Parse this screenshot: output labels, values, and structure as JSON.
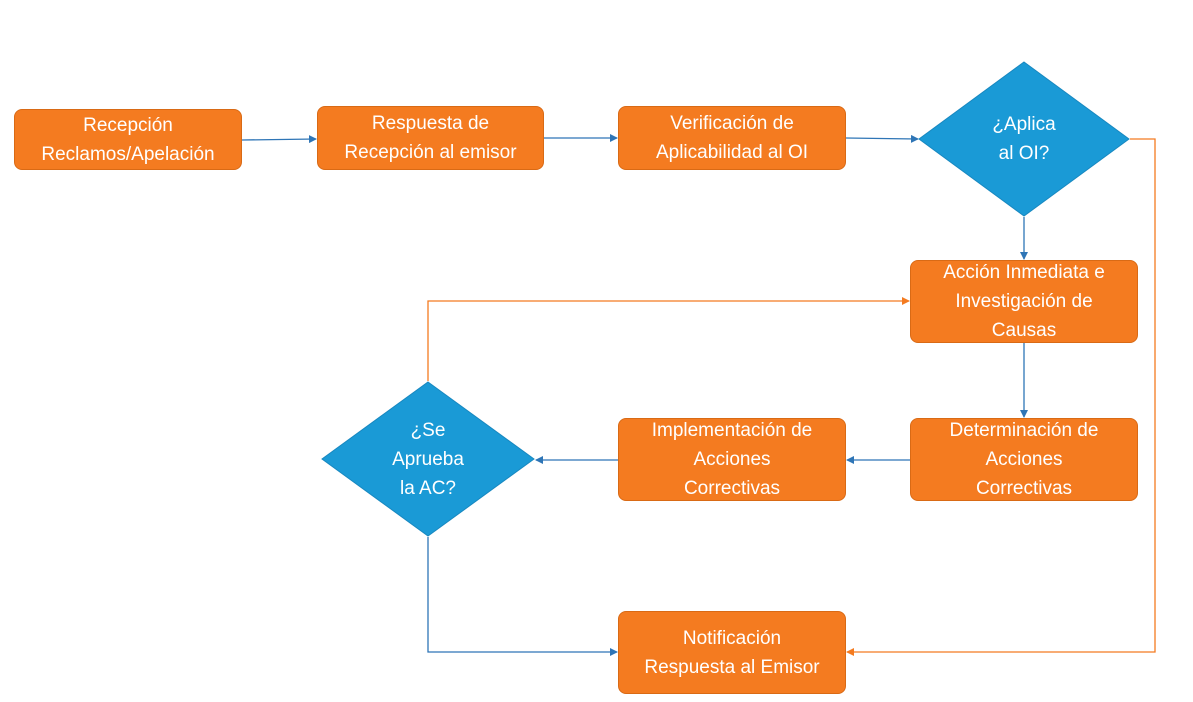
{
  "colors": {
    "process_fill": "#f47b20",
    "decision_fill": "#1a9ad6",
    "connector_blue": "#2e75b6",
    "connector_orange": "#f47b20",
    "text": "#ffffff"
  },
  "nodes": {
    "recepcion": "Recepción\nReclamos/Apelación",
    "respuesta_recepcion": "Respuesta de\nRecepción al emisor",
    "verificacion": "Verificación de\nAplicabilidad al OI",
    "aplica_oi": "¿Aplica\nal OI?",
    "accion_inmediata": "Acción Inmediata e\nInvestigación de\nCausas",
    "determinacion": "Determinación de\nAcciones\nCorrectivas",
    "implementacion": "Implementación de\nAcciones\nCorrectivas",
    "aprueba_ac": "¿Se\nAprueba\nla AC?",
    "notificacion": "Notificación\nRespuesta al Emisor"
  }
}
